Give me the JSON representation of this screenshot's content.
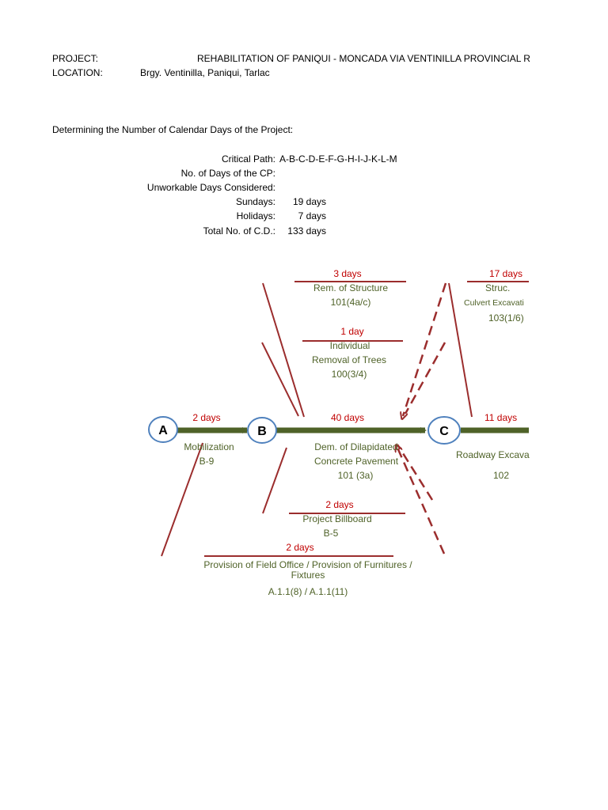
{
  "header": {
    "project_label": "PROJECT:",
    "project_value": "REHABILITATION OF PANIQUI - MONCADA VIA VENTINILLA PROVINCIAL R",
    "location_label": "LOCATION:",
    "location_value": "Brgy. Ventinilla, Paniqui, Tarlac"
  },
  "section_title": "Determining the Number of Calendar Days of the Project:",
  "summary": {
    "critical_path_label": "Critical Path:",
    "critical_path_value": "A-B-C-D-E-F-G-H-I-J-K-L-M",
    "cp_days_label": "No. of Days of the CP:",
    "unworkable_label": "Unworkable Days Considered:",
    "sundays_label": "Sundays:",
    "sundays_value": "19 days",
    "holidays_label": "Holidays:",
    "holidays_value": "7 days",
    "total_label": "Total No. of C.D.:",
    "total_value": "133 days"
  },
  "nodes": {
    "a": "A",
    "b": "B",
    "c": "C"
  },
  "activities": {
    "mobilization": {
      "duration": "2 days",
      "name": "Mobilization",
      "code": "B-9"
    },
    "demolition": {
      "duration": "40 days",
      "name_line1": "Dem. of Dilapidated",
      "name_line2": "Concrete Pavement",
      "code": "101 (3a)"
    },
    "roadway": {
      "duration": "11 days",
      "name": "Roadway Excava",
      "code": "102"
    },
    "structure_removal": {
      "duration": "3 days",
      "name": "Rem. of Structure",
      "code": "101(4a/c)"
    },
    "trees": {
      "duration": "1 day",
      "name_line1": "Individual",
      "name_line2": "Removal of Trees",
      "code": "100(3/4)"
    },
    "culvert": {
      "duration": "17 days",
      "name_line1": "Struc.",
      "name_line2": "Culvert Excavati",
      "code": "103(1/6)"
    },
    "billboard": {
      "duration": "2 days",
      "name": "Project Billboard",
      "code": "B-5"
    },
    "field_office": {
      "duration": "2 days",
      "name_line1": "Provision of Field Office / Provision of Furnitures /",
      "name_line2": "Fixtures",
      "code": "A.1.1(8) / A.1.1(11)"
    }
  },
  "colors": {
    "critical_arrow": "#4f6228",
    "red_line": "#9b2d2d",
    "node_border": "#4f81bd",
    "duration_text": "#c00000",
    "activity_text": "#4f6228"
  }
}
